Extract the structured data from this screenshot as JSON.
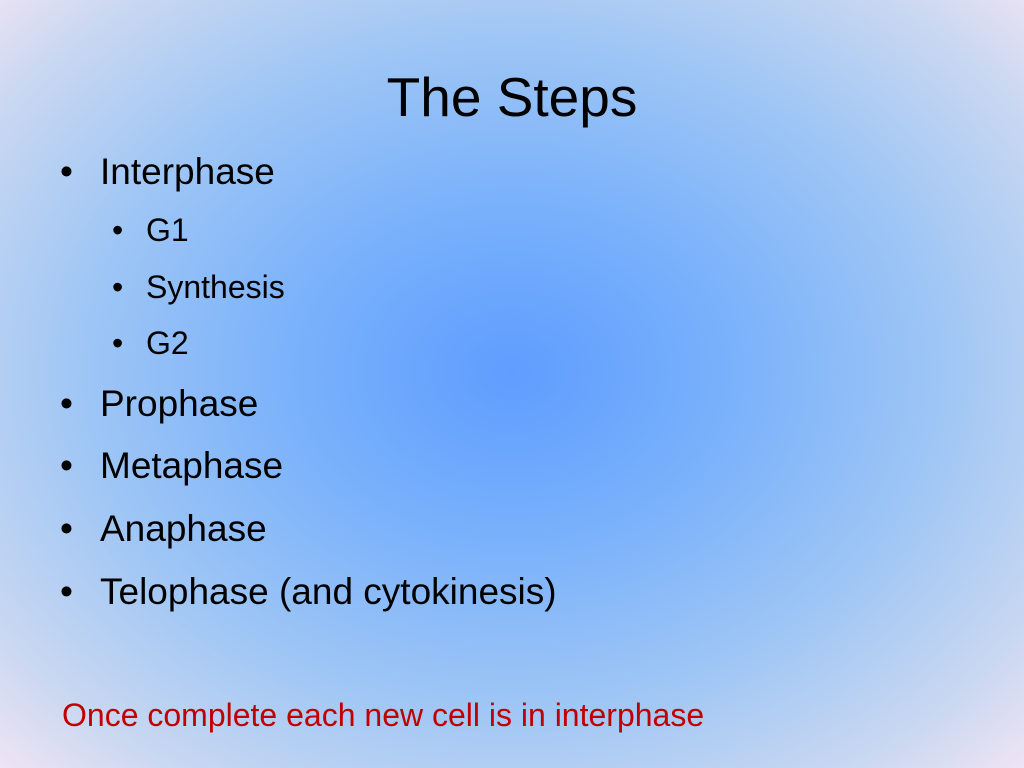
{
  "slide": {
    "title": "The Steps",
    "bullet_symbol": "•",
    "items": [
      {
        "level": 1,
        "text": "Interphase"
      },
      {
        "level": 2,
        "text": "G1"
      },
      {
        "level": 2,
        "text": "Synthesis"
      },
      {
        "level": 2,
        "text": "G2"
      },
      {
        "level": 1,
        "text": "Prophase"
      },
      {
        "level": 1,
        "text": "Metaphase"
      },
      {
        "level": 1,
        "text": "Anaphase"
      },
      {
        "level": 1,
        "text": "Telophase (and cytokinesis)"
      }
    ],
    "note": "Once complete each new cell is in interphase"
  },
  "colors": {
    "text": "#000000",
    "note": "#c00000",
    "background_center": "#5f9dff",
    "background_edge": "#eee4f4"
  }
}
